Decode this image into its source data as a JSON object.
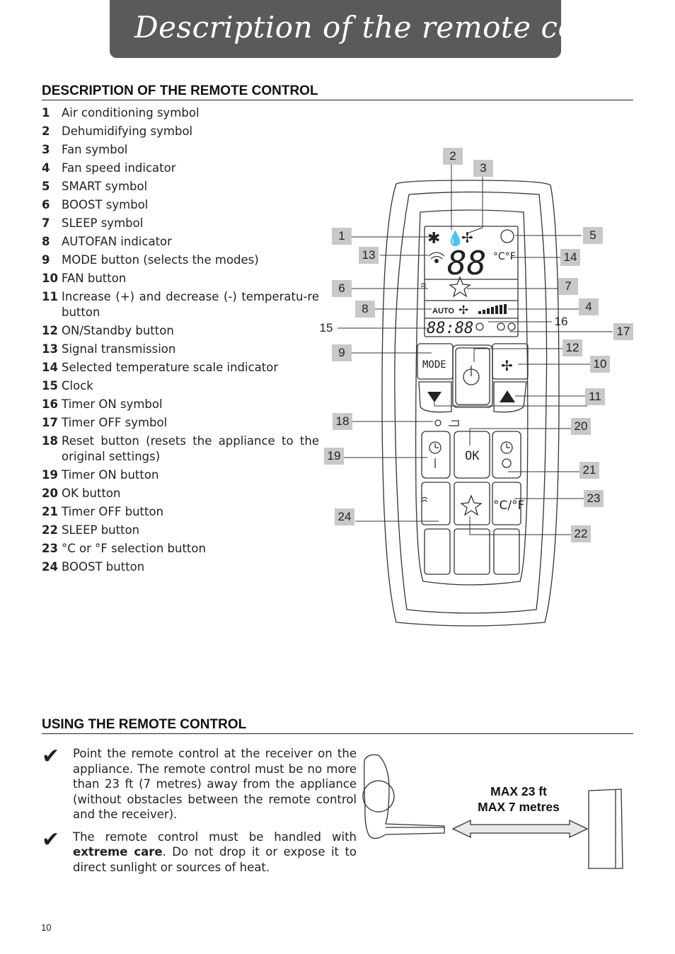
{
  "header": {
    "title": "Description of the remote control"
  },
  "section_description": {
    "heading": "DESCRIPTION OF THE REMOTE CONTROL",
    "items": [
      {
        "num": "1",
        "text": "Air conditioning symbol"
      },
      {
        "num": "2",
        "text": "Dehumidifying symbol"
      },
      {
        "num": "3",
        "text": "Fan symbol"
      },
      {
        "num": "4",
        "text": "Fan speed indicator"
      },
      {
        "num": "5",
        "text": "SMART symbol"
      },
      {
        "num": "6",
        "text": "BOOST symbol"
      },
      {
        "num": "7",
        "text": "SLEEP symbol"
      },
      {
        "num": "8",
        "text": "AUTOFAN indicator"
      },
      {
        "num": "9",
        "text": "MODE button (selects the modes)"
      },
      {
        "num": "10",
        "text": "FAN button"
      },
      {
        "num": "11",
        "text": "Increase (+) and decrease (-) temperatu-re button"
      },
      {
        "num": "12",
        "text": "ON/Standby button"
      },
      {
        "num": "13",
        "text": "Signal transmission"
      },
      {
        "num": "14",
        "text": "Selected temperature scale indicator"
      },
      {
        "num": "15",
        "text": "Clock"
      },
      {
        "num": "16",
        "text": "Timer ON symbol"
      },
      {
        "num": "17",
        "text": "Timer OFF symbol"
      },
      {
        "num": "18",
        "text": "Reset button (resets the appliance to the original settings)"
      },
      {
        "num": "19",
        "text": "Timer ON button"
      },
      {
        "num": "20",
        "text": "OK button"
      },
      {
        "num": "21",
        "text": "Timer OFF  button"
      },
      {
        "num": "22",
        "text": "SLEEP button"
      },
      {
        "num": "23",
        "text": "°C or °F selection button"
      },
      {
        "num": "24",
        "text": "BOOST button"
      }
    ]
  },
  "remote": {
    "display_temp": "88",
    "display_unit": "°C°F",
    "display_clock": "88:88",
    "auto_label": "AUTO",
    "mode_label": "MODE",
    "ok_label": "OK",
    "scale_label": "°C/°F",
    "callouts": [
      "1",
      "2",
      "3",
      "4",
      "5",
      "6",
      "7",
      "8",
      "9",
      "10",
      "11",
      "12",
      "13",
      "14",
      "15",
      "16",
      "17",
      "18",
      "19",
      "20",
      "21",
      "22",
      "23",
      "24"
    ]
  },
  "section_usage": {
    "heading": "USING THE REMOTE CONTROL",
    "point1": "Point the remote control at the receiver on the appliance.  The remote control must be no more than 23 ft (7 metres) away from the appliance (without obstacles between the remote control and the receiver).",
    "point2_pre": "The remote control must be handled with ",
    "point2_bold": "extreme care",
    "point2_post": ". Do not drop it or expose it to direct sunlight or sources of heat.",
    "check_icon": "✔",
    "distance_line1": "MAX 23 ft",
    "distance_line2": "MAX 7 metres"
  },
  "footer": {
    "page_number": "10"
  }
}
